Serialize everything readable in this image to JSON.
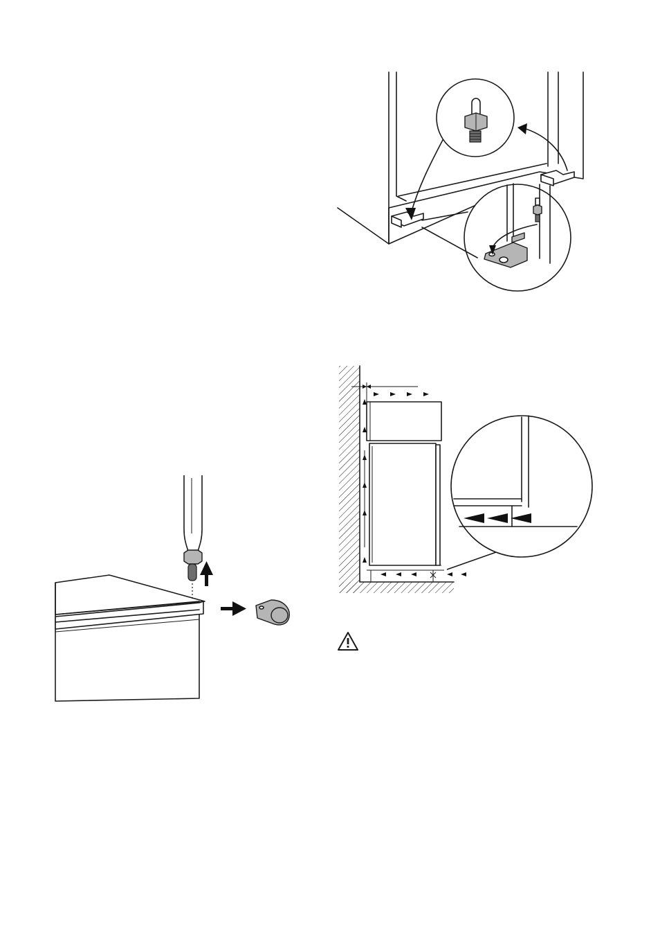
{
  "page": {
    "background": "#ffffff",
    "line_color": "#1a1a1a"
  },
  "figures": {
    "hinge_pin_transfer": {
      "icon": "hinge-pin-transfer-illustration"
    },
    "screwdriver_cover_removal": {
      "icon": "screwdriver-remove-cover-illustration"
    },
    "ventilation": {
      "icon": "ventilation-airflow-illustration"
    }
  },
  "warning": {
    "icon": "warning-triangle-icon"
  }
}
